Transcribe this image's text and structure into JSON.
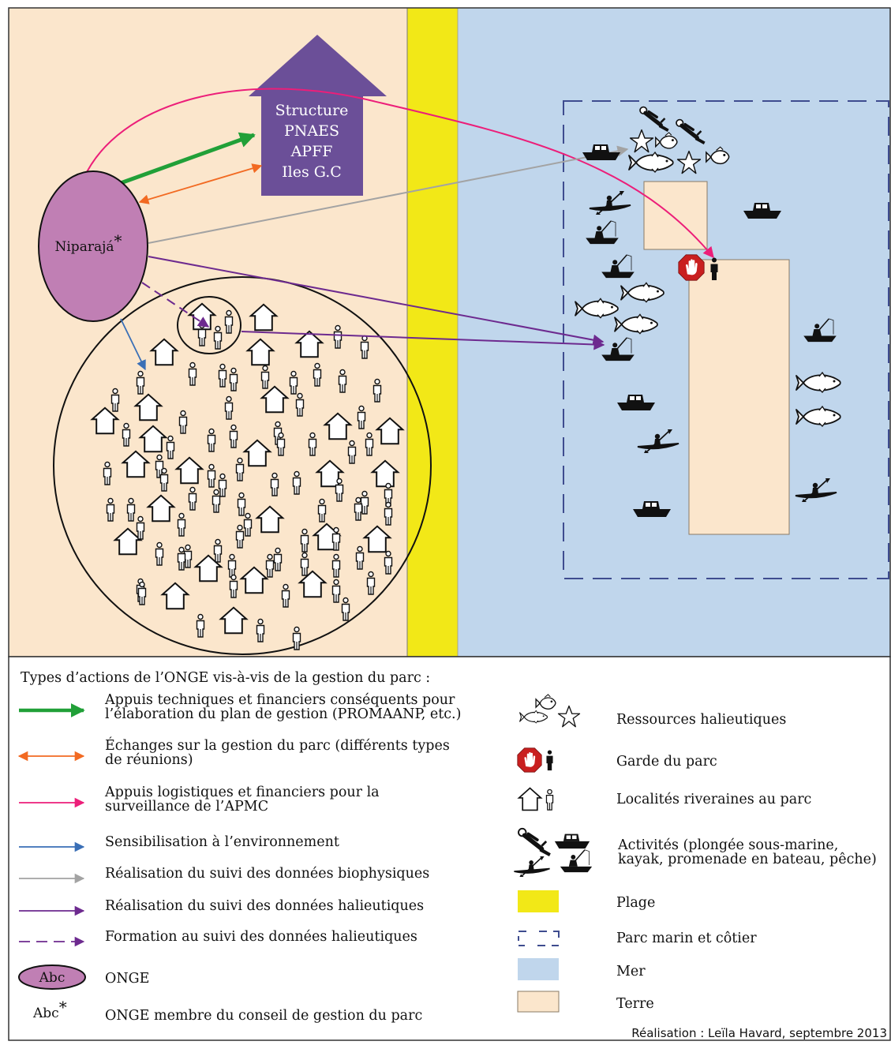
{
  "diagram": {
    "structure_lines": [
      "Structure",
      "PNAES",
      "APFF",
      "Iles G.C"
    ],
    "niparaja_label": "Niparajá",
    "asterisk": "*"
  },
  "legend": {
    "title": "Types d’actions de l’ONGE vis-à-vis de la gestion du parc :",
    "arrows": [
      {
        "lines": [
          "Appuis techniques et financiers conséquents pour",
          "l’élaboration du plan de gestion (PROMAANP, etc.)"
        ],
        "color": "#21a038",
        "style": "thick"
      },
      {
        "lines": [
          "Échanges sur la gestion du parc (différents types",
          "de réunions)"
        ],
        "color": "#f26a22",
        "style": "double"
      },
      {
        "lines": [
          "Appuis logistiques et financiers pour la",
          "surveillance de l’APMC"
        ],
        "color": "#ec1e79",
        "style": "single"
      },
      {
        "lines": [
          "Sensibilisation à l’environnement"
        ],
        "color": "#3a6fb6",
        "style": "single"
      },
      {
        "lines": [
          "Réalisation du suivi des données biophysiques"
        ],
        "color": "#a3a3a3",
        "style": "single"
      },
      {
        "lines": [
          "Réalisation du suivi des données halieutiques"
        ],
        "color": "#6d2a8f",
        "style": "single"
      },
      {
        "lines": [
          "Formation au suivi des données halieutiques"
        ],
        "color": "#6d2a8f",
        "style": "dashed"
      }
    ],
    "onge_symbol": "Abc",
    "onge_label": "ONGE",
    "onge_member_symbol": "Abc",
    "onge_member_label": "ONGE membre du conseil de gestion du parc",
    "symbols": [
      {
        "icon": "fish-resources-icon",
        "label_lines": [
          "Ressources halieutiques"
        ]
      },
      {
        "icon": "park-guard-icon",
        "label_lines": [
          "Garde du parc"
        ]
      },
      {
        "icon": "riverside-locality-icon",
        "label_lines": [
          "Localités riveraines au parc"
        ]
      },
      {
        "icon": "activities-icon",
        "label_lines": [
          "Activités  (plongée sous-marine,",
          "kayak, promenade en bateau, pêche)"
        ]
      },
      {
        "icon": "beach-swatch",
        "label_lines": [
          "Plage"
        ]
      },
      {
        "icon": "park-boundary-swatch",
        "label_lines": [
          "Parc marin et côtier"
        ]
      },
      {
        "icon": "sea-swatch",
        "label_lines": [
          "Mer"
        ]
      },
      {
        "icon": "land-swatch",
        "label_lines": [
          "Terre"
        ]
      }
    ],
    "credit": "Réalisation : Leïla Havard, septembre 2013"
  },
  "colors": {
    "land": "#fbe6cc",
    "beach": "#f2e817",
    "sea": "#c0d6ec",
    "structure": "#6b4f98",
    "onge": "#c07fb4",
    "park_boundary": "#3e4c8f"
  }
}
